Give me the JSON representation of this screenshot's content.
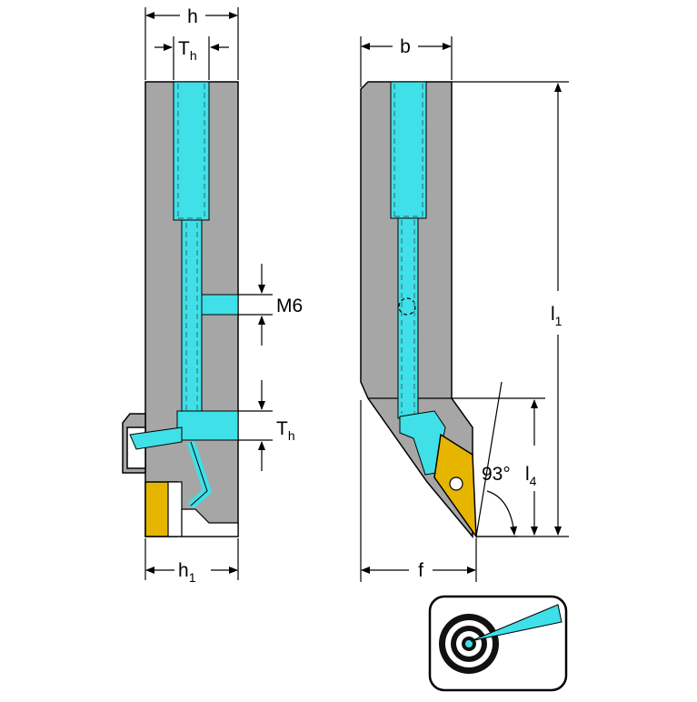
{
  "colors": {
    "body": "#a6a6a6",
    "coolant": "#3fe0e8",
    "insert": "#e6b500",
    "outline": "#000000",
    "dashed": "#3a7a80"
  },
  "labels": {
    "h": {
      "main": "h",
      "sub": ""
    },
    "th_top": {
      "main": "T",
      "sub": "h"
    },
    "m6": {
      "main": "M6",
      "sub": ""
    },
    "th_side": {
      "main": "T",
      "sub": "h"
    },
    "h1": {
      "main": "h",
      "sub": "1"
    },
    "b": {
      "main": "b",
      "sub": ""
    },
    "l1": {
      "main": "l",
      "sub": "1"
    },
    "l4": {
      "main": "l",
      "sub": "4"
    },
    "angle": {
      "main": "93°",
      "sub": ""
    },
    "f": {
      "main": "f",
      "sub": ""
    }
  },
  "icons": {
    "coolant_badge": "coolant-target-icon"
  }
}
